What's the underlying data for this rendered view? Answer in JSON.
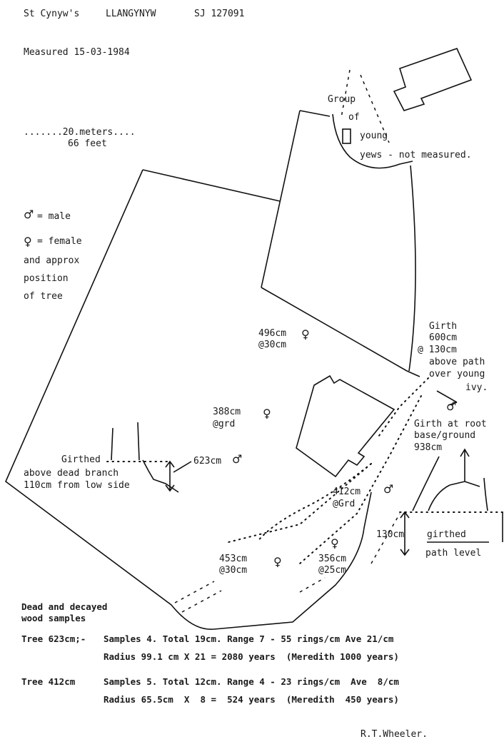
{
  "header": {
    "title": "St Cynyw's",
    "place": "LLANGYNYW",
    "grid_ref": "SJ 127091",
    "measured": "Measured 15-03-1984"
  },
  "scale": {
    "meters": ".......20.meters....",
    "feet": "66 feet"
  },
  "legend": {
    "male_symbol": "♂",
    "male_label": "= male",
    "female_symbol": "♀",
    "female_label": "= female",
    "line2": "and approx",
    "line3": "position",
    "line4": "of tree"
  },
  "labels": {
    "group": "Group",
    "of": "of",
    "young": "young",
    "yews": "yews - not measured.",
    "t496_girth": "496cm",
    "t496_height": "@30cm",
    "girth_1": "Girth",
    "girth_2": "600cm",
    "girth_3": "@ 130cm",
    "girth_4": "above path",
    "girth_5": "over young",
    "girth_6": "ivy.",
    "t388_girth": "388cm",
    "t388_height": "@grd",
    "root_1": "Girth at root",
    "root_2": "base/ground",
    "root_3": "938cm",
    "girthed": "Girthed",
    "above_branch": "above dead branch",
    "from_low": "110cm from low side",
    "t623_girth": "623cm",
    "t412_girth": "412cm",
    "t412_height": "@Grd",
    "h130": "130cm",
    "girthed2": "girthed",
    "path_level": "path level",
    "t453_girth": "453cm",
    "t453_height": "@30cm",
    "t356_girth": "356cm",
    "t356_height": "@25cm"
  },
  "notes": {
    "dead1": "Dead and decayed",
    "dead2": "wood samples",
    "tree1_label": "Tree 623cm;-",
    "tree1_line1": "Samples 4. Total 19cm. Range 7 - 55 rings/cm Ave 21/cm",
    "tree1_line2": "Radius 99.1 cm X 21 = 2080 years  (Meredith 1000 years)",
    "tree2_label": "Tree 412cm",
    "tree2_line1": "Samples 5. Total 12cm. Range 4 - 23 rings/cm  Ave  8/cm",
    "tree2_line2": "Radius 65.5cm  X  8 =  524 years  (Meredith  450 years)"
  },
  "signature": "R.T.Wheeler."
}
